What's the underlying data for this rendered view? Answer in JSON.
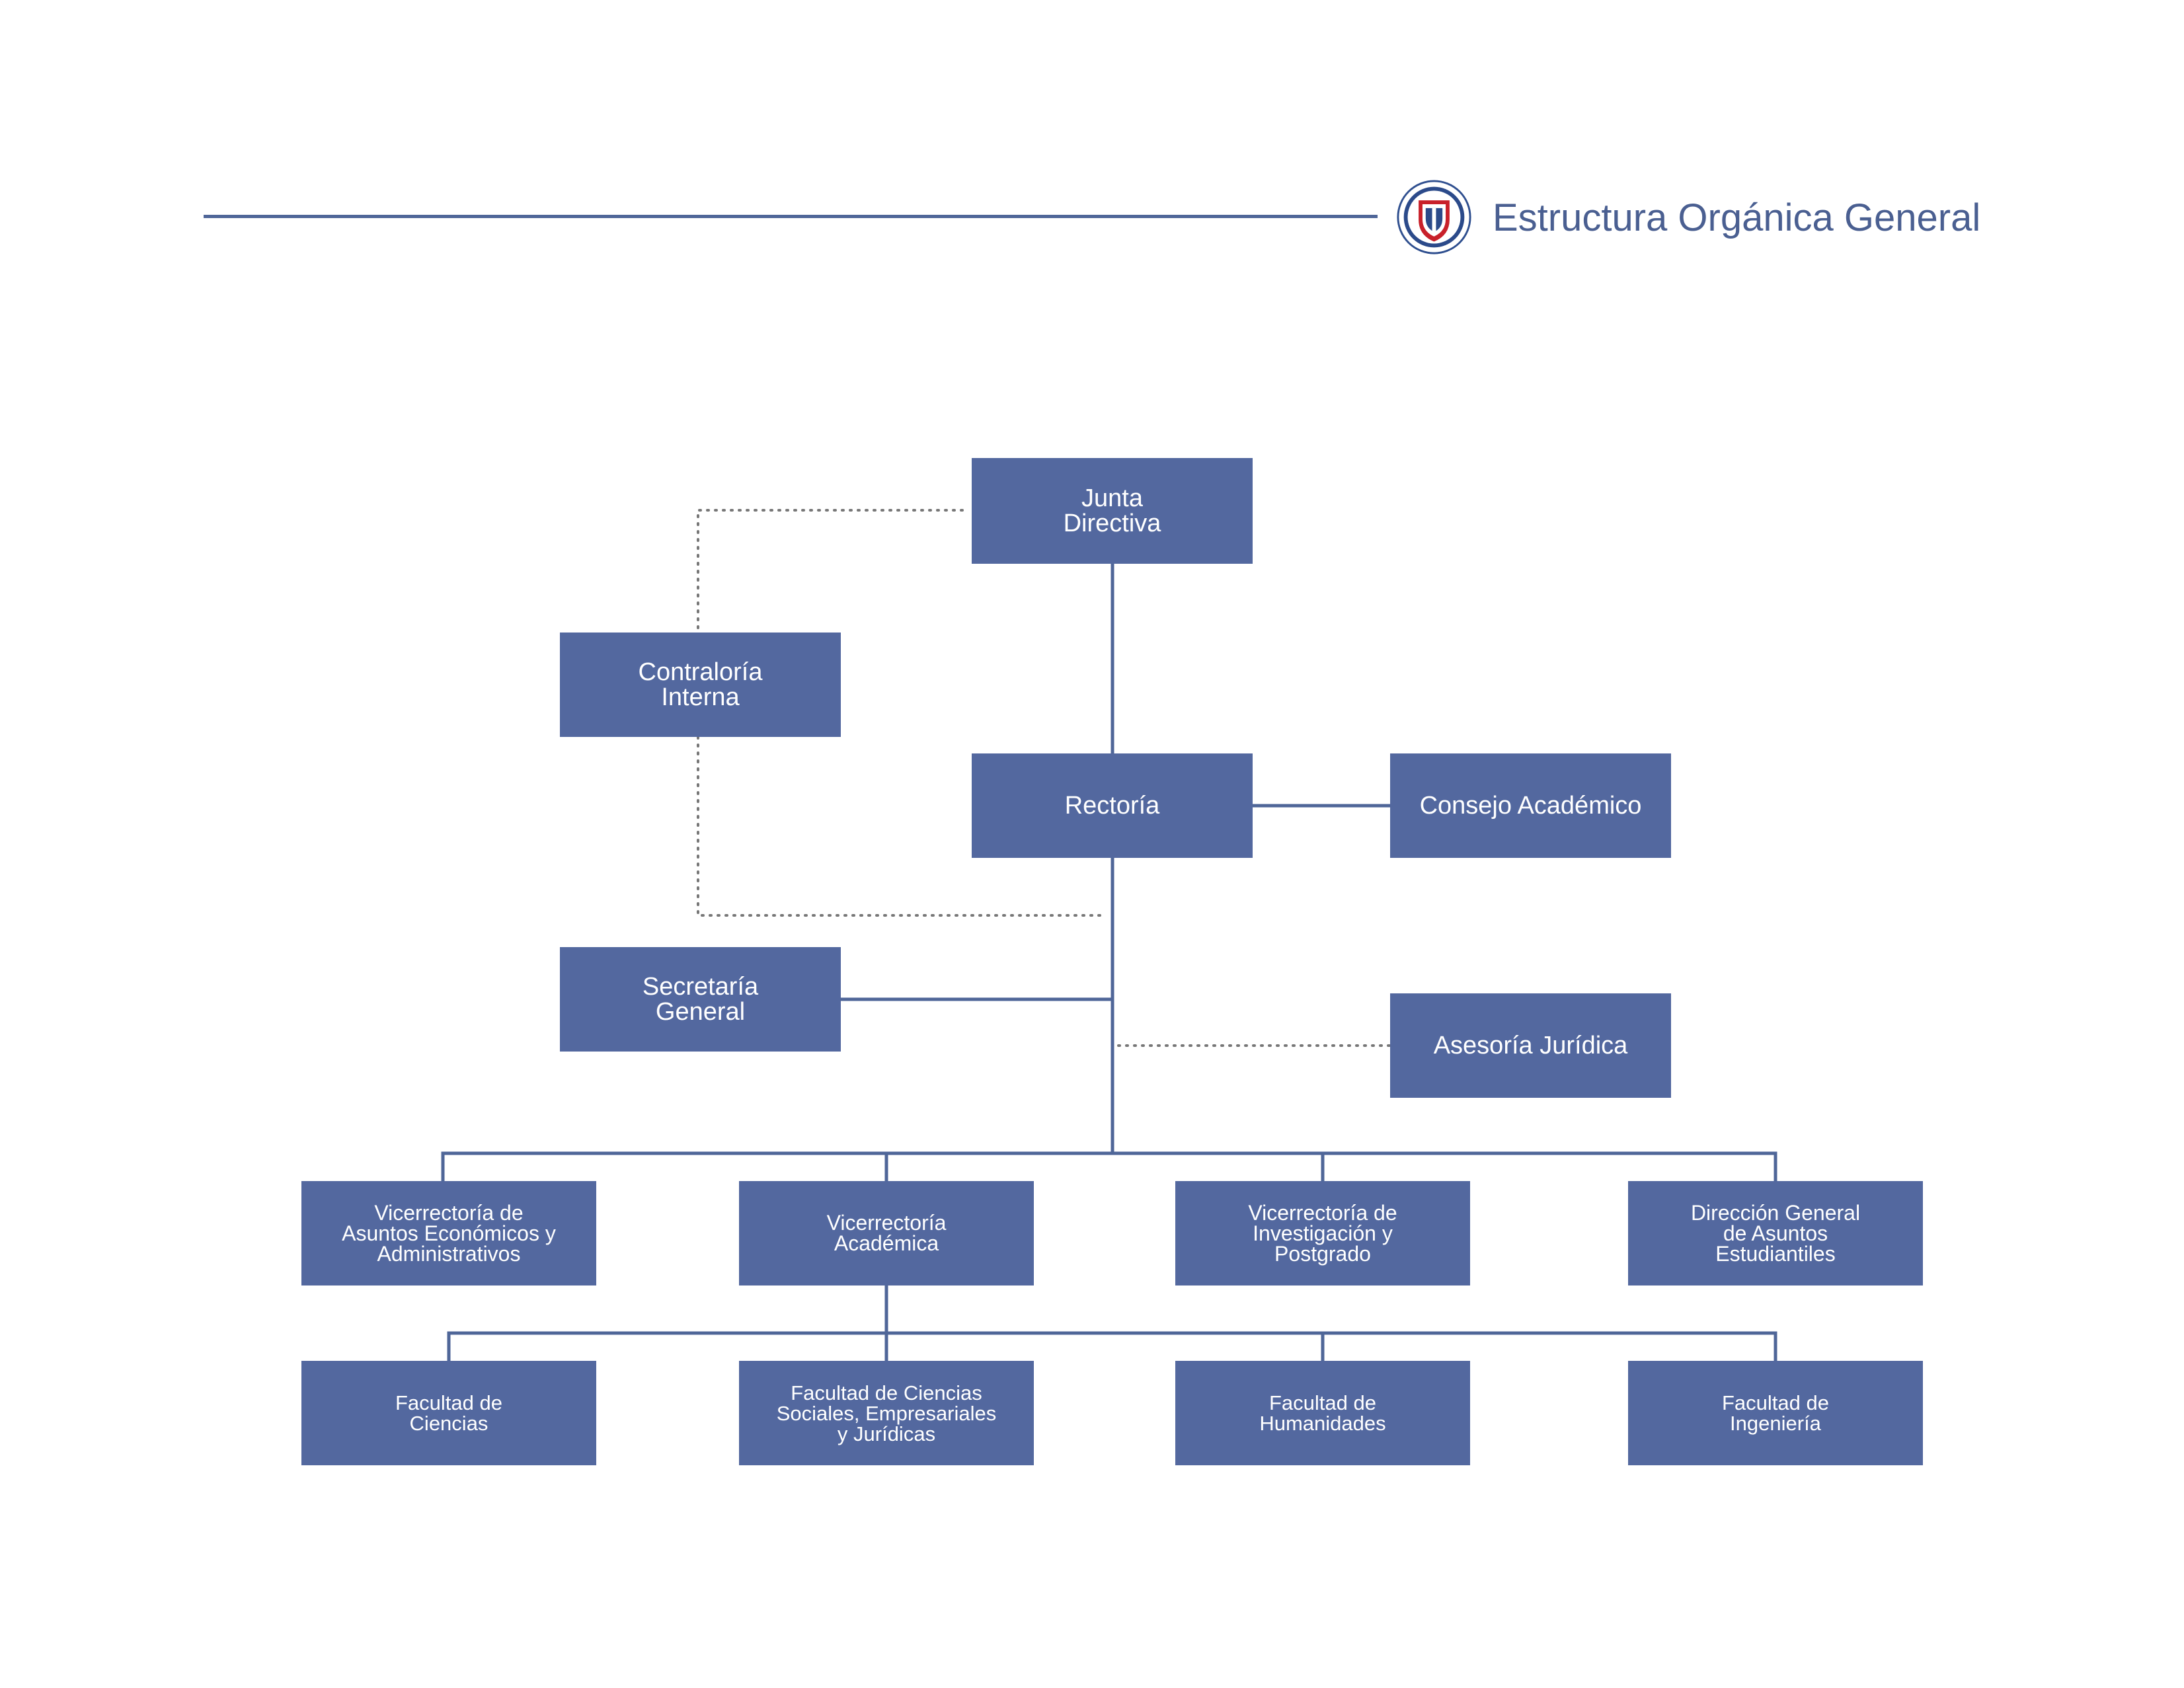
{
  "header": {
    "title": "Estructura Orgánica General",
    "seal_icon": "university-seal-icon"
  },
  "colors": {
    "box_fill": "#53689f",
    "line": "#4f6698",
    "dotted_line": "#777777",
    "title_text": "#4a5f91"
  },
  "nodes": {
    "junta_directiva": "Junta\nDirectiva",
    "contraloria_interna": "Contraloría\nInterna",
    "rectoria": "Rectoría",
    "consejo_academico": "Consejo Académico",
    "secretaria_general": "Secretaría\nGeneral",
    "asesoria_juridica": "Asesoría Jurídica",
    "vicerrectoria_aea": "Vicerrectoría de\nAsuntos Económicos y\nAdministrativos",
    "vicerrectoria_academica": "Vicerrectoría\nAcadémica",
    "vicerrectoria_ip": "Vicerrectoría de\nInvestigación y\nPostgrado",
    "direccion_dae": "Dirección General\nde Asuntos\nEstudiantiles",
    "facultad_ciencias": "Facultad de\nCiencias",
    "facultad_csej": "Facultad de Ciencias\nSociales, Empresariales\ny Jurídicas",
    "facultad_humanidades": "Facultad de\nHumanidades",
    "facultad_ingenieria": "Facultad de\nIngeniería"
  },
  "links": {
    "solid": [
      [
        "junta_directiva",
        "rectoria"
      ],
      [
        "rectoria",
        "consejo_academico"
      ],
      [
        "rectoria",
        "secretaria_general"
      ],
      [
        "rectoria",
        "vicerrectoria_aea"
      ],
      [
        "rectoria",
        "vicerrectoria_academica"
      ],
      [
        "rectoria",
        "vicerrectoria_ip"
      ],
      [
        "rectoria",
        "direccion_dae"
      ],
      [
        "vicerrectoria_academica",
        "facultad_ciencias"
      ],
      [
        "vicerrectoria_academica",
        "facultad_csej"
      ],
      [
        "vicerrectoria_academica",
        "facultad_humanidades"
      ],
      [
        "vicerrectoria_academica",
        "facultad_ingenieria"
      ]
    ],
    "dotted": [
      [
        "junta_directiva",
        "contraloria_interna"
      ],
      [
        "contraloria_interna",
        "rectoria"
      ],
      [
        "rectoria",
        "asesoria_juridica"
      ]
    ]
  }
}
